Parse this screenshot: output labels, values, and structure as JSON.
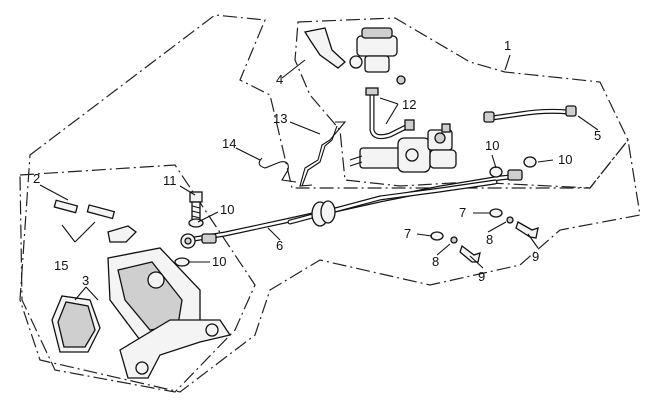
{
  "callouts": [
    {
      "id": "c1",
      "label": "1"
    },
    {
      "id": "c2",
      "label": "2"
    },
    {
      "id": "c3",
      "label": "3"
    },
    {
      "id": "c4",
      "label": "4"
    },
    {
      "id": "c5",
      "label": "5"
    },
    {
      "id": "c6",
      "label": "6"
    },
    {
      "id": "c7a",
      "label": "7"
    },
    {
      "id": "c7b",
      "label": "7"
    },
    {
      "id": "c8a",
      "label": "8"
    },
    {
      "id": "c8b",
      "label": "8"
    },
    {
      "id": "c9a",
      "label": "9"
    },
    {
      "id": "c9b",
      "label": "9"
    },
    {
      "id": "c10a",
      "label": "10"
    },
    {
      "id": "c10b",
      "label": "10"
    },
    {
      "id": "c10c",
      "label": "10"
    },
    {
      "id": "c10d",
      "label": "10"
    },
    {
      "id": "c11",
      "label": "11"
    },
    {
      "id": "c12",
      "label": "12"
    },
    {
      "id": "c13",
      "label": "13"
    },
    {
      "id": "c14",
      "label": "14"
    },
    {
      "id": "c15",
      "label": "15"
    }
  ]
}
